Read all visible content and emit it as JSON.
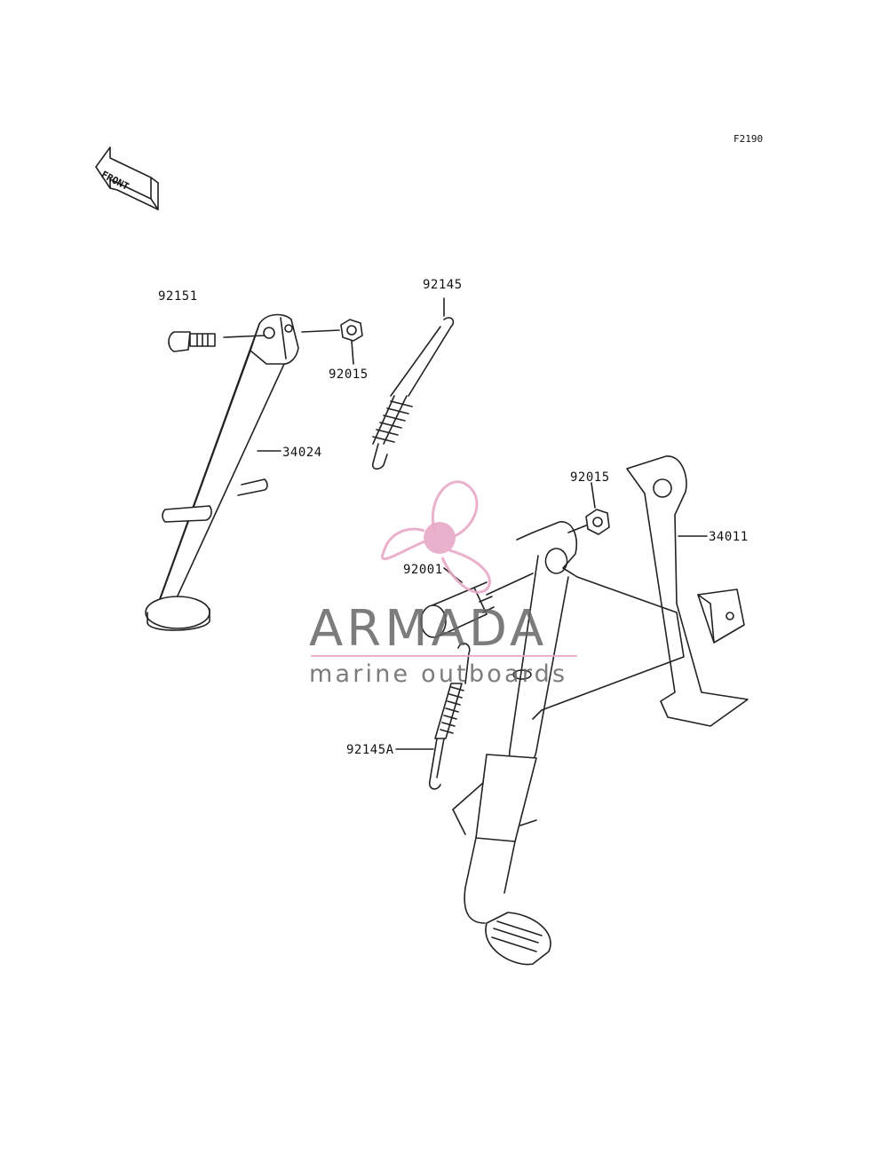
{
  "diagram": {
    "code": "F2190",
    "front_label": "FRONT",
    "parts": [
      {
        "id": "92151"
      },
      {
        "id": "92145"
      },
      {
        "id": "92015"
      },
      {
        "id": "34024"
      },
      {
        "id": "92015"
      },
      {
        "id": "34011"
      },
      {
        "id": "92001"
      },
      {
        "id": "92145A"
      }
    ]
  },
  "watermark": {
    "brand": "ARMADA",
    "tagline": "marine outboards",
    "accent_color": "#e7a9c6",
    "text_color": "#666666"
  }
}
